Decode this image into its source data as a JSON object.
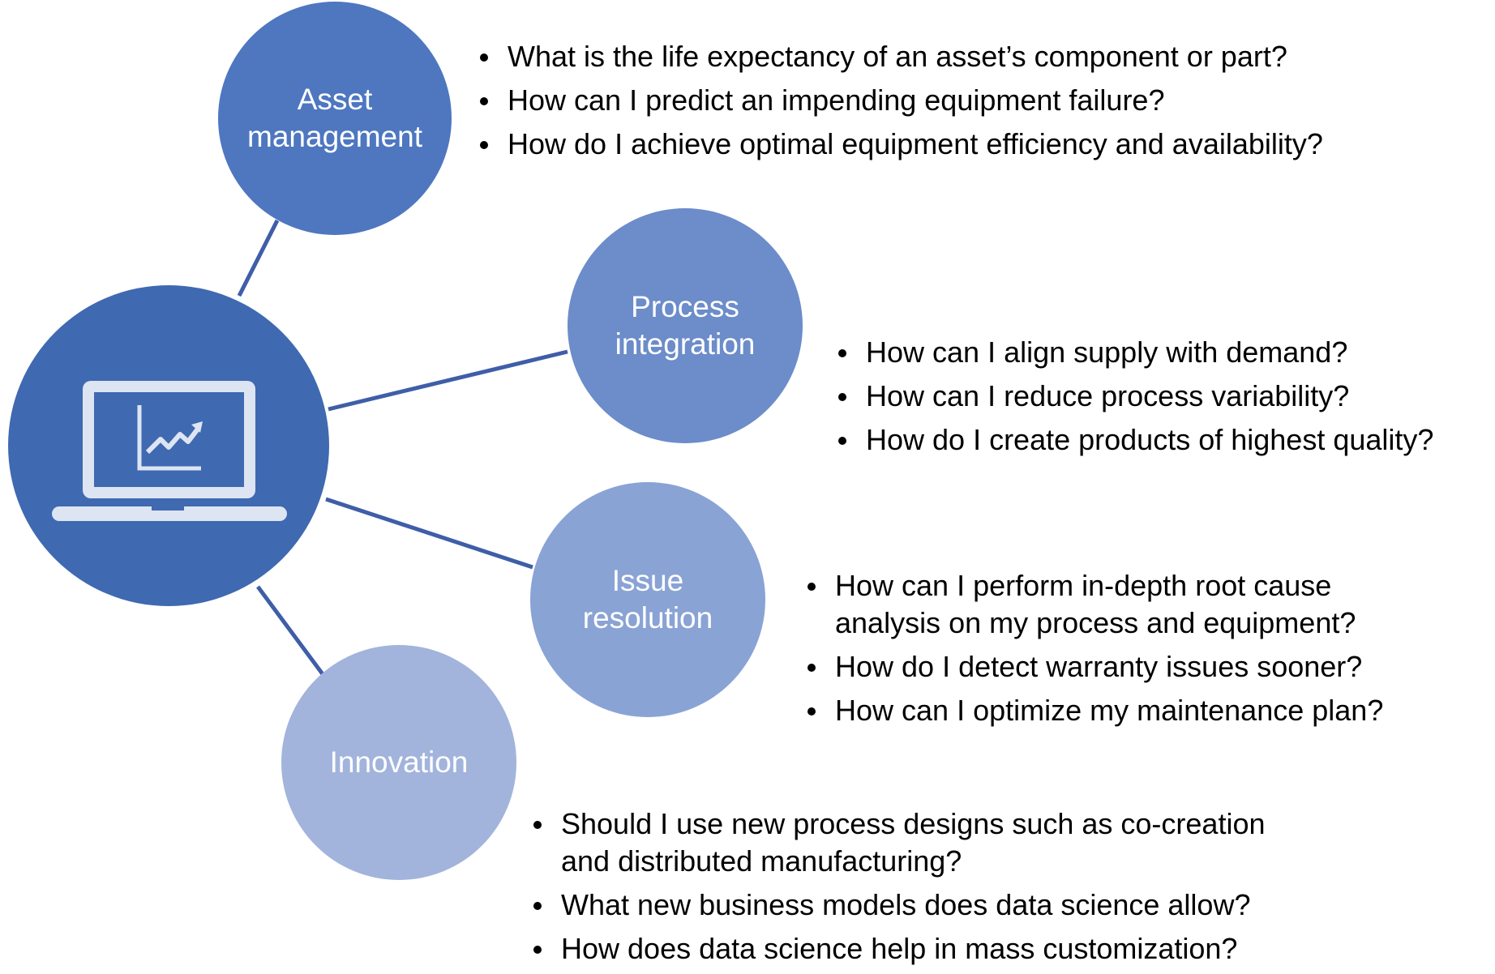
{
  "colors": {
    "hub": "#3f69b1",
    "asset": "#4e77c0",
    "process": "#6c8cca",
    "issue": "#8aa3d5",
    "innovation": "#a2b4dc",
    "connector": "#3f5ea8",
    "icon": "#dde5f3"
  },
  "hub": {
    "icon": "laptop-chart-icon"
  },
  "nodes": {
    "asset": {
      "label": "Asset\nmanagement"
    },
    "process": {
      "label": "Process\nintegration"
    },
    "issue": {
      "label": "Issue\nresolution"
    },
    "innovation": {
      "label": "Innovation"
    }
  },
  "questions": {
    "asset": [
      "What is the life expectancy of an asset’s component or part?",
      "How can I predict an impending equipment failure?",
      "How do I achieve optimal equipment efficiency and availability?"
    ],
    "process": [
      "How can I align supply with demand?",
      "How can I reduce process variability?",
      "How do I create products of highest quality?"
    ],
    "issue": [
      "How can I perform in-depth root cause\nanalysis on my process and equipment?",
      "How do I detect warranty issues sooner?",
      "How can I optimize my maintenance plan?"
    ],
    "innovation": [
      "Should I use new process designs such as co-creation\nand distributed manufacturing?",
      "What new business models does data science allow?",
      "How does data science help in mass customization?"
    ]
  }
}
